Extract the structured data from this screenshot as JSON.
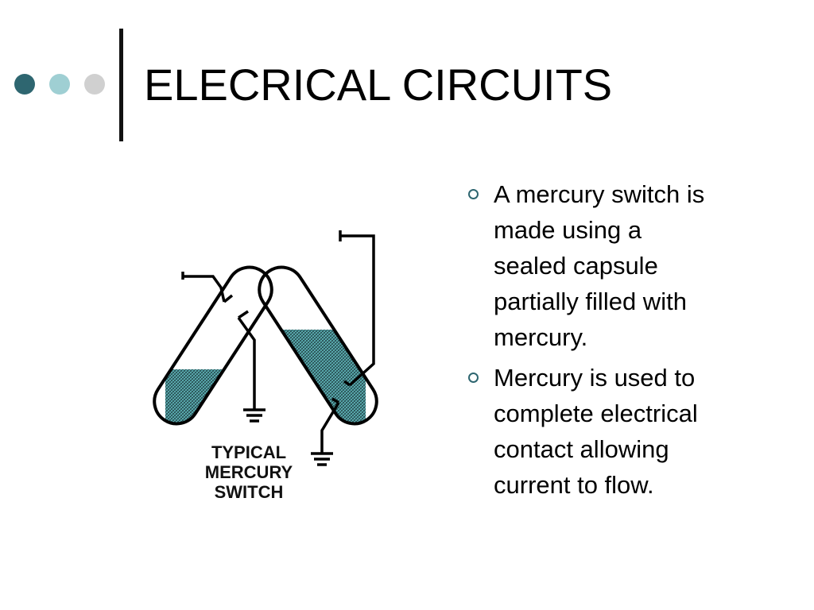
{
  "slide": {
    "title": "ELECRICAL CIRCUITS",
    "accent_colors": [
      "#2e6670",
      "#9fcfd3",
      "#d0d0d0"
    ],
    "bullets": [
      {
        "icon": "hollow-circle-bullet-icon",
        "lines": [
          "A mercury switch is",
          "made using a",
          "sealed capsule",
          "partially filled with",
          "mercury."
        ]
      },
      {
        "icon": "hollow-circle-bullet-icon",
        "lines": [
          "Mercury is used to",
          "complete electrical",
          "contact allowing",
          "current to flow."
        ]
      }
    ],
    "figure": {
      "caption": [
        "TYPICAL",
        "MERCURY",
        "SWITCH"
      ],
      "mercury_color": "#5fb4b8"
    }
  }
}
